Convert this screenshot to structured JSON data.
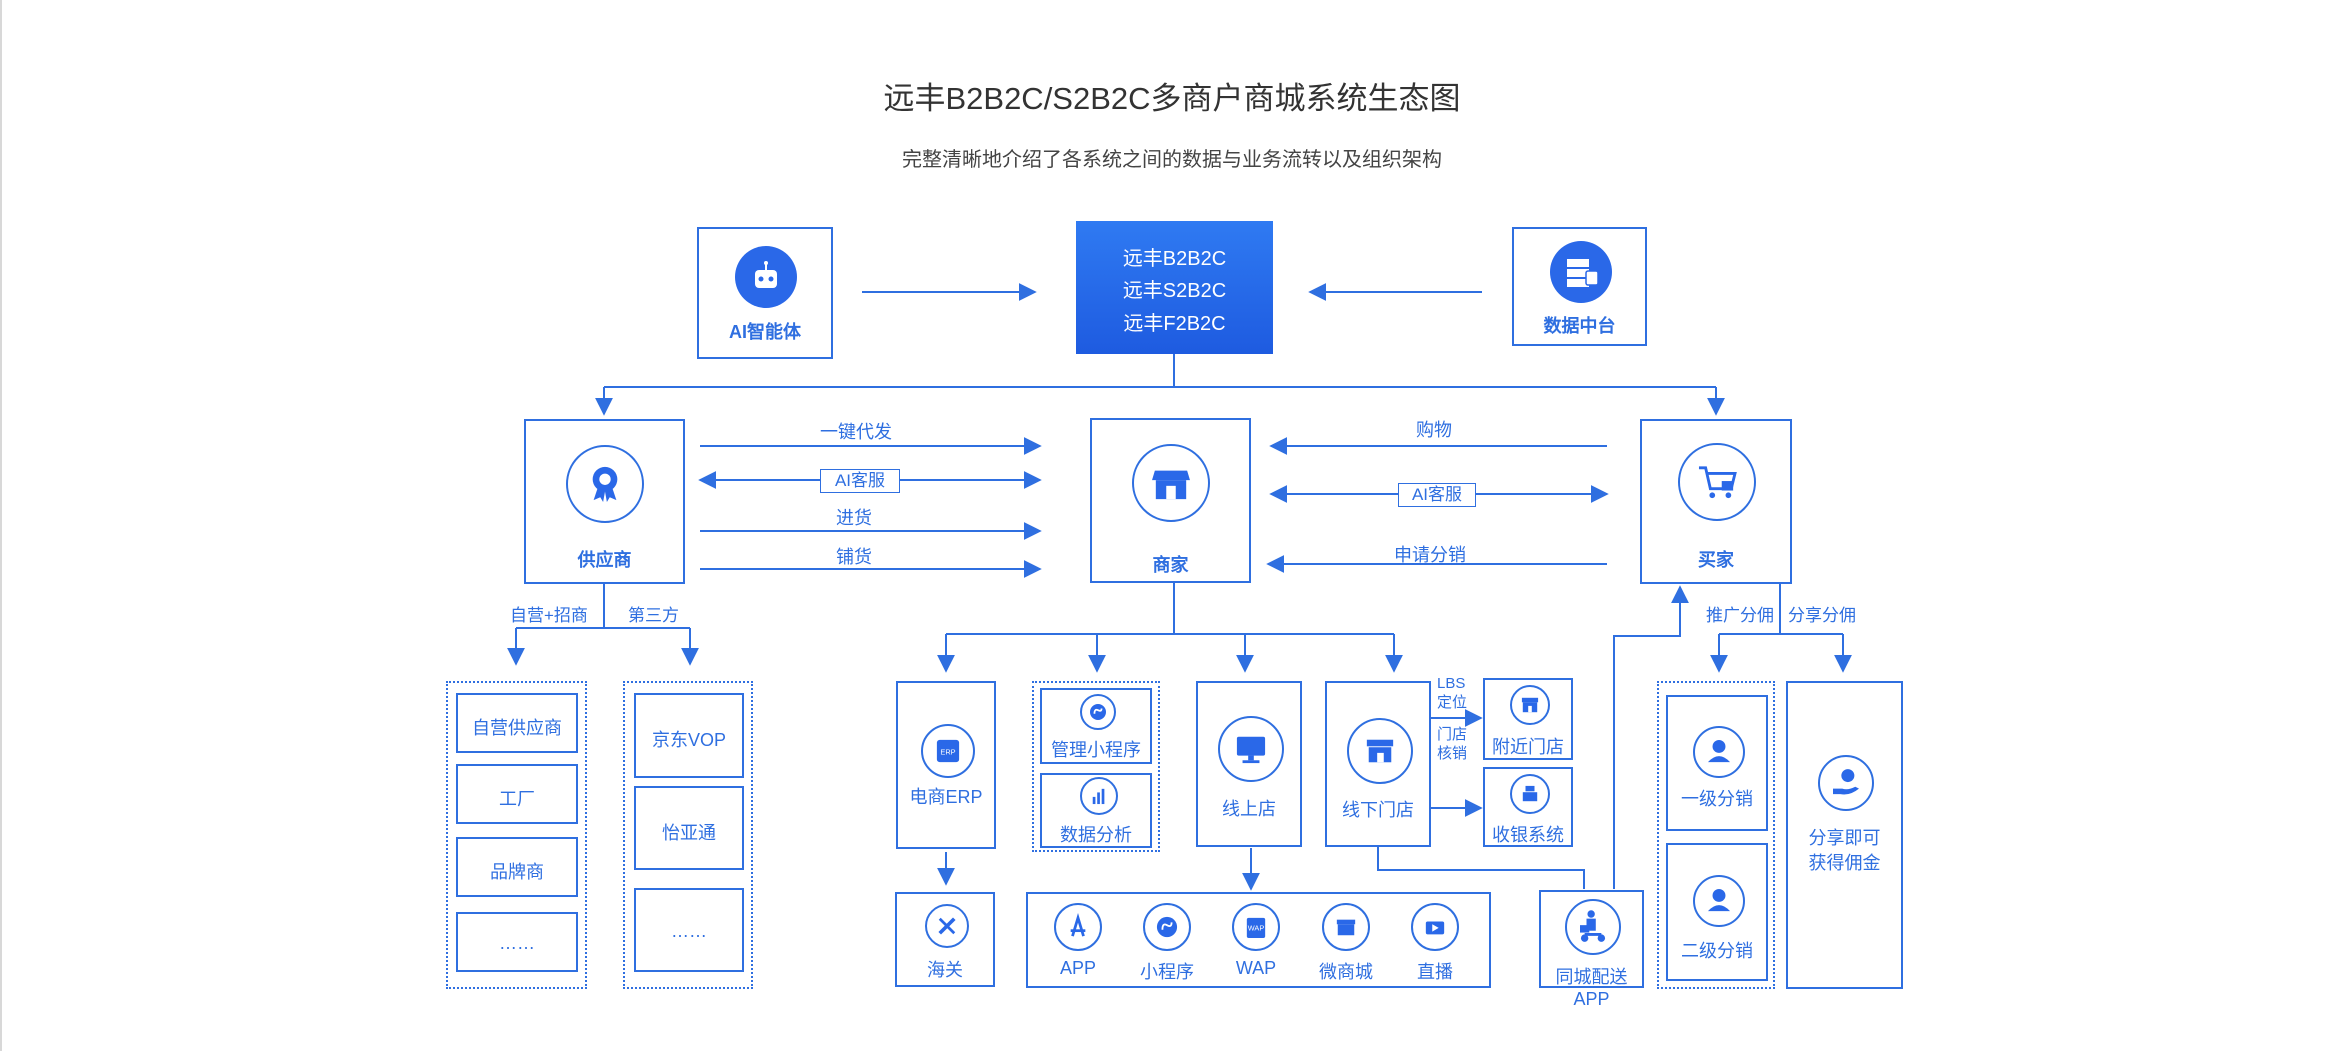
{
  "title": "远丰B2B2C/S2B2C多商户商城系统生态图",
  "subtitle": "完整清晰地介绍了各系统之间的数据与业务流转以及组织架构",
  "core": {
    "lines": [
      "远丰B2B2C",
      "远丰S2B2C",
      "远丰F2B2C"
    ]
  },
  "ai_agent": "AI智能体",
  "data_center": "数据中台",
  "supplier": "供应商",
  "merchant": "商家",
  "buyer": "买家",
  "left_flows": {
    "one_click": "一键代发",
    "ai_service": "AI客服",
    "stock_in": "进货",
    "distribute": "铺货"
  },
  "right_flows": {
    "shopping": "购物",
    "ai_service": "AI客服",
    "apply_dist": "申请分销"
  },
  "supplier_split": {
    "self": "自营+招商",
    "third": "第三方"
  },
  "self_list": [
    "自营供应商",
    "工厂",
    "品牌商",
    "……"
  ],
  "third_list": [
    "京东VOP",
    "怡亚通",
    "……"
  ],
  "erp": "电商ERP",
  "customs": "海关",
  "mini_admin": "管理小程序",
  "data_analysis": "数据分析",
  "online_store": "线上店",
  "offline_store": "线下门店",
  "lbs": [
    "LBS",
    "定位"
  ],
  "verify": [
    "门店",
    "核销"
  ],
  "nearby": "附近门店",
  "cashier": "收银系统",
  "delivery": "同城配送APP",
  "channels": [
    "APP",
    "小程序",
    "WAP",
    "微商城",
    "直播"
  ],
  "promo": {
    "push": "推广分佣",
    "share": "分享分佣"
  },
  "level1": "一级分销",
  "level2": "二级分销",
  "share_earn": [
    "分享即可",
    "获得佣金"
  ],
  "colors": {
    "accent": "#2f6fe0",
    "core_gradient_top": "#2f7af2",
    "core_gradient_bottom": "#1e5be0"
  },
  "icons": [
    "robot-icon",
    "server-icon",
    "award-icon",
    "shop-icon",
    "cart-icon",
    "erp-icon",
    "tools-icon",
    "mini-program-icon",
    "bar-chart-icon",
    "monitor-icon",
    "storefront-icon",
    "cash-register-icon",
    "courier-icon",
    "user-icon",
    "hand-coin-icon",
    "app-store-icon",
    "wap-icon",
    "video-icon"
  ]
}
